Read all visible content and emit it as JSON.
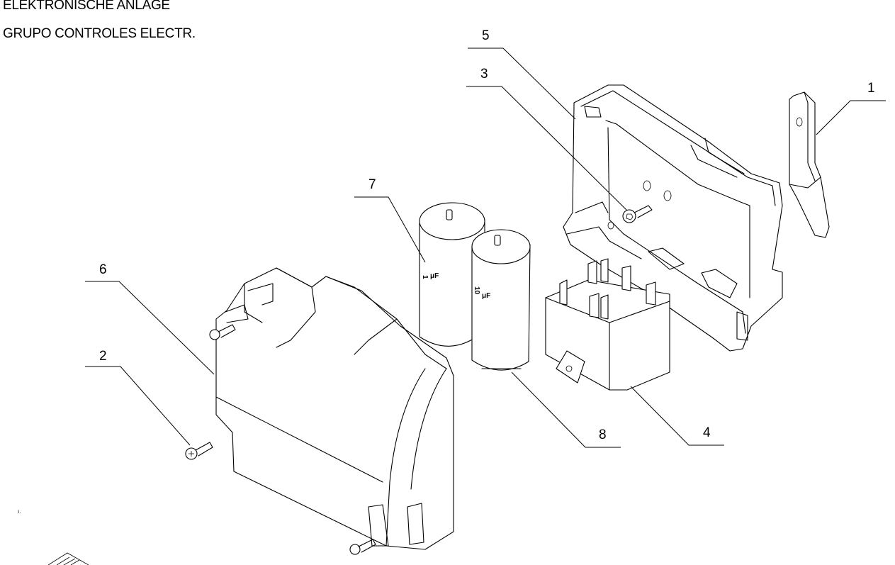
{
  "header": {
    "line1": "ELEKTRONISCHE ANLAGE",
    "line2": "GRUPO CONTROLES ELECTR."
  },
  "callouts": [
    {
      "id": "1",
      "label": "1"
    },
    {
      "id": "2",
      "label": "2"
    },
    {
      "id": "3",
      "label": "3"
    },
    {
      "id": "4",
      "label": "4"
    },
    {
      "id": "5",
      "label": "5"
    },
    {
      "id": "6",
      "label": "6"
    },
    {
      "id": "7",
      "label": "7"
    },
    {
      "id": "8",
      "label": "8"
    }
  ],
  "capacitors": {
    "left_label": "1",
    "left_unit": "μF",
    "right_label": "10",
    "right_unit": "μF"
  },
  "colors": {
    "line": "#000000",
    "background": "#ffffff"
  }
}
